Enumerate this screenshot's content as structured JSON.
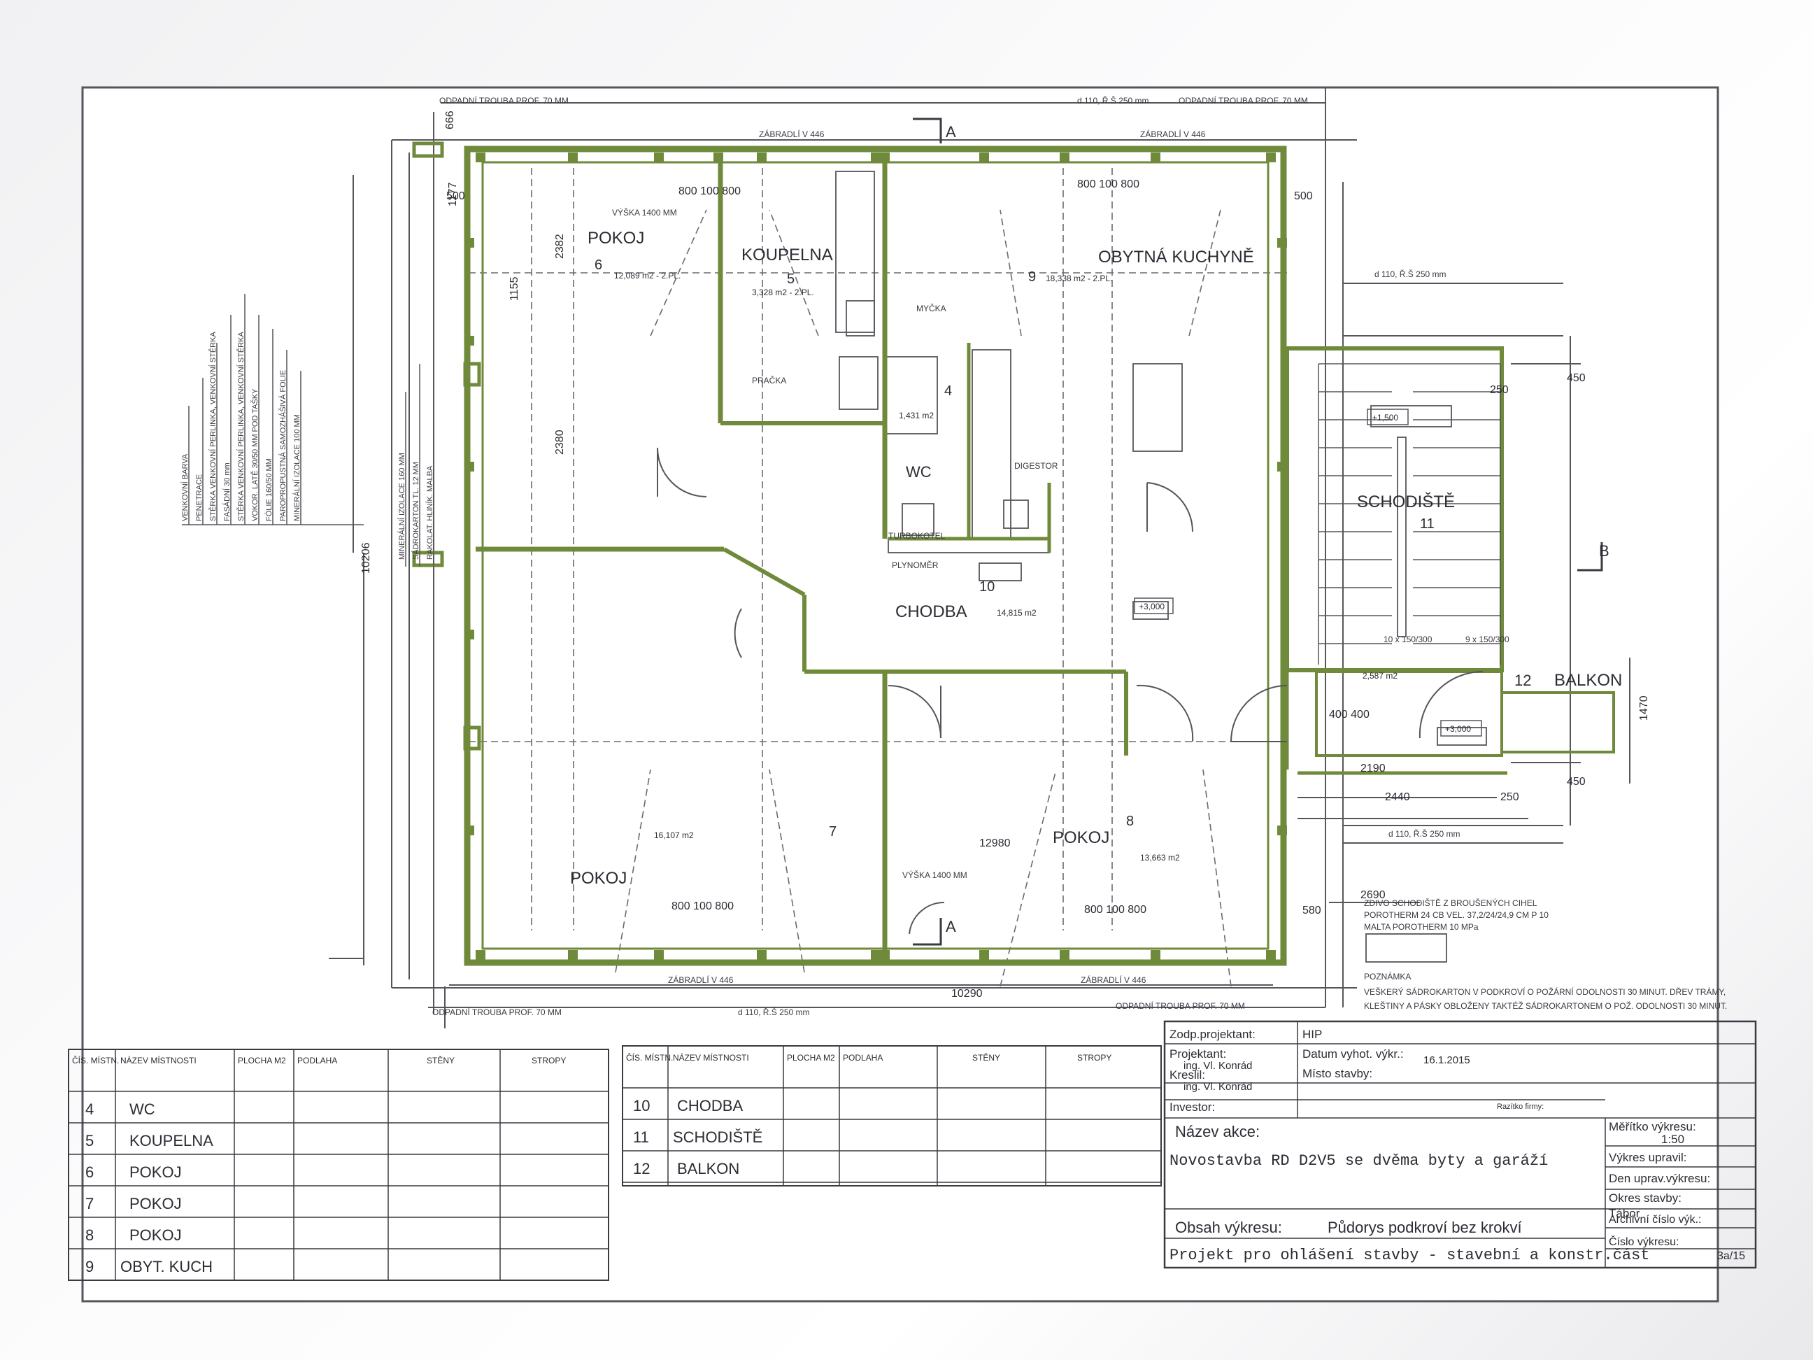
{
  "colors": {
    "wall": "#6f8a3a",
    "line": "#55555c",
    "text": "#2c2c34",
    "paper": "#ffffff"
  },
  "labels": {
    "drain_top_left": "ODPADNÍ TROUBA PROF. 70 MM",
    "drain_top_mid": "d 110, Ř.Š 250 mm",
    "drain_top_right": "ODPADNÍ TROUBA PROF. 70 MM",
    "railing_top_left": "ZÁBRADLÍ V 446",
    "railing_top_right": "ZÁBRADLÍ V 446",
    "drain_right_1": "d 110, Ř.Š 250 mm",
    "drain_right_2": "d 110, Ř.Š 250 mm",
    "drain_bottom_left": "ODPADNÍ TROUBA PROF. 70 MM",
    "drain_bottom_mid": "d 110, Ř.Š 250 mm",
    "drain_bottom_right": "ODPADNÍ TROUBA PROF. 70 MM",
    "railing_bottom_left": "ZÁBRADLÍ V 446",
    "railing_bottom_right": "ZÁBRADLÍ V 446",
    "section_a_top": "A",
    "section_a_bottom": "A",
    "section_b": "B",
    "dim_10290": "10290",
    "dim_10206": "10206",
    "dim_12980": "12980",
    "dim_500_left": "500",
    "dim_500_right": "500",
    "dim_1470": "1470",
    "dim_2190": "2190",
    "dim_2440": "2440",
    "dim_2690": "2690",
    "dim_450_top": "450",
    "dim_450_bottom": "450",
    "dim_250_top": "250",
    "dim_250_bottom": "250",
    "dim_1155": "1155",
    "dim_2382": "2382",
    "dim_2380": "2380",
    "dim_800_100_800": "800 100 800",
    "dim_400": "400 400",
    "dim_580": "580",
    "dim_1177": "1177",
    "dim_666": "666",
    "stairs_step": "10 x 150/300",
    "stairs_step_2": "9 x 150/300",
    "level_3000_a": "+3,000",
    "level_3000_b": "+3,000",
    "level_1500": "+1,500",
    "turbokotel": "TURBOKOTEL",
    "plynomer": "PLYNOMĚR",
    "digestor": "DIGESTOR",
    "myčka": "MYČKA",
    "pracka": "PRAČKA",
    "vyska_1": "VÝŠKA 1400 MM",
    "vyska_2": "VÝŠKA 1400 MM",
    "stair_note_1": "ZDIVO SCHODIŠTĚ Z BROUŠENÝCH CIHEL",
    "stair_note_2": "POROTHERM 24 CB VEL. 37,2/24/24,9 CM P 10",
    "stair_note_3": "MALTA POROTHERM 10 MPa",
    "note_title": "POZNÁMKA",
    "note_1": "VEŠKERÝ SÁDROKARTON V PODKROVÍ O POŽÁRNÍ ODOLNOSTI 30 MINUT.  DŘEV TRÁMY,",
    "note_2": "KLEŠTINY A PÁSKY  OBLOŽENY TAKTÉŽ SÁDROKARTONEM O POŽ. ODOLNOSTI 30 MINUT."
  },
  "legend_layers": [
    "VENKOVNÍ BARVA",
    "PENETRACE",
    "STĚRKA VENKOVNÍ PERLINKA, VENKOVNÍ STĚRKA",
    "FASÁDNÍ 30 mm",
    "STĚRKA VENKOVNÍ PERLINKA, VENKOVNÍ STĚRKA",
    "VOKOR. LATĚ 30/50 MM POD TAŠKY",
    "FÓLIE 160/50 MM",
    "PAROPROPUSTNÁ SAMOZHÁŠIVÁ FOLIE",
    "MINERÁLNÍ IZOLACE 100 MM"
  ],
  "legend_layers_2": [
    "MINERÁLNÍ IZOLACE 160 MM",
    "SÁDROKARTON TL. 12 MM",
    "RAKOLAT. HLINÍK. MALBA"
  ],
  "rooms": [
    {
      "num": "6",
      "name": "POKOJ",
      "area": "12,089 m2 - 2.PL."
    },
    {
      "num": "5",
      "name": "KOUPELNA",
      "area": "3,328 m2 - 2.PL."
    },
    {
      "num": "4",
      "name": "WC",
      "area": "1,431 m2"
    },
    {
      "num": "9",
      "name": "OBYTNÁ KUCHYNĚ",
      "area": "18,338 m2 - 2.PL."
    },
    {
      "num": "11",
      "name": "SCHODIŠTĚ",
      "area": ""
    },
    {
      "num": "10",
      "name": "CHODBA",
      "area": "14,815 m2"
    },
    {
      "num": "12",
      "name": "BALKON",
      "area": "2,587 m2"
    },
    {
      "num": "7",
      "name": "POKOJ",
      "area": "16,107 m2"
    },
    {
      "num": "8",
      "name": "POKOJ",
      "area": "13,663 m2"
    }
  ],
  "room_table_1": {
    "headers": [
      "ČÍS. MÍSTN.",
      "NÁZEV MÍSTNOSTI",
      "PLOCHA M2",
      "PODLAHA",
      "STĚNY",
      "STROPY"
    ],
    "rows": [
      {
        "num": "4",
        "name": "WC"
      },
      {
        "num": "5",
        "name": "KOUPELNA"
      },
      {
        "num": "6",
        "name": "POKOJ"
      },
      {
        "num": "7",
        "name": "POKOJ"
      },
      {
        "num": "8",
        "name": "POKOJ"
      },
      {
        "num": "9",
        "name": "OBYT. KUCH"
      }
    ]
  },
  "room_table_2": {
    "headers": [
      "ČÍS. MÍSTN.",
      "NÁZEV MÍSTNOSTI",
      "PLOCHA M2",
      "PODLAHA",
      "STĚNY",
      "STROPY"
    ],
    "rows": [
      {
        "num": "10",
        "name": "CHODBA"
      },
      {
        "num": "11",
        "name": "SCHODIŠTĚ"
      },
      {
        "num": "12",
        "name": "BALKON"
      }
    ]
  },
  "title_block": {
    "zodp_projektant": "Zodp.projektant:",
    "hip": "HIP",
    "projektant_label": "Projektant:",
    "projektant": "ing. Vl. Konrád",
    "kreslil_label": "Kreslil:",
    "kreslil": "ing. Vl. Konrád",
    "investor_label": "Investor:",
    "datum_label": "Datum vyhot. výkr.:",
    "datum": "16.1.2015",
    "misto_label": "Místo stavby:",
    "razitko": "Razítko firmy:",
    "nazev_akce_label": "Název akce:",
    "nazev_akce": "Novostavba RD D2V5 se dvěma byty a garáží",
    "obsah_label": "Obsah výkresu:",
    "obsah": "Půdorys podkroví bez krokví",
    "projekt": "Projekt pro ohlášení stavby - stavební a konstr.část",
    "meritko_label": "Měřítko výkresu:",
    "meritko": "1:50",
    "upravil_label": "Výkres upravil:",
    "den_uprav_label": "Den uprav.výkresu:",
    "okres_label": "Okres stavby:",
    "okres": "Tábor",
    "archivni_label": "Archivní číslo výk.:",
    "cislo_label": "Číslo výkresu:",
    "cislo": "3a/15"
  }
}
